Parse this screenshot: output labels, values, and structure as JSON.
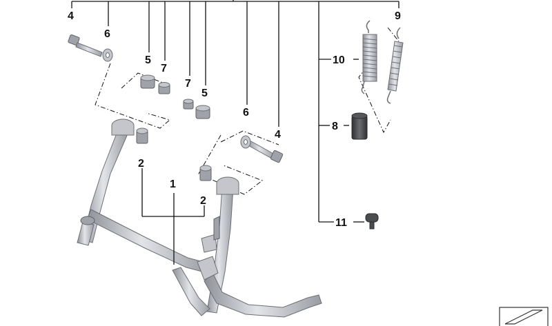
{
  "diagram": {
    "callouts": {
      "c1": "1",
      "c2a": "2",
      "c2b": "2",
      "c4a": "4",
      "c4b": "4",
      "c5a": "5",
      "c5b": "5",
      "c6a": "6",
      "c6b": "6",
      "c7a": "7",
      "c7b": "7",
      "c8": "8",
      "c9": "9",
      "c10": "10",
      "c11": "11"
    }
  }
}
